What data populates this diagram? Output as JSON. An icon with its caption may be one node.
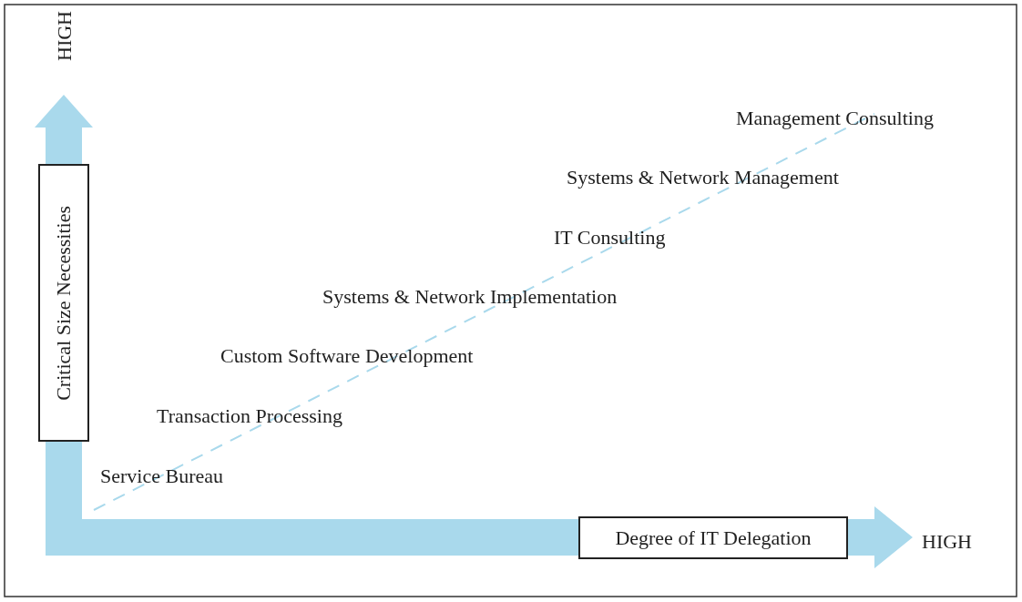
{
  "diagram": {
    "nodes": [
      {
        "text": [
          "Critical Size Necessities"
        ]
      },
      {
        "text": [
          "Degree of IT Delegation"
        ]
      }
    ],
    "labels": [
      "HIGH",
      "Management Consulting",
      "Systems & Network Management",
      "IT Consulting",
      "Systems & Network Implementation",
      "Custom Software Development",
      "Transaction Processing",
      "Service Bureau",
      "HIGH"
    ]
  }
}
